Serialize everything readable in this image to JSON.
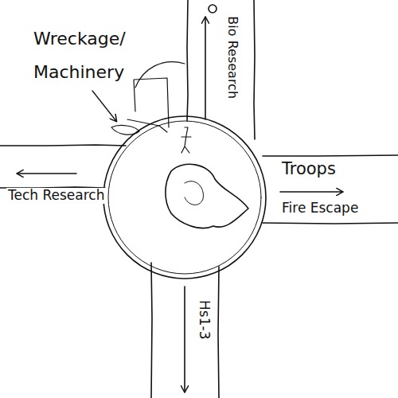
{
  "diagram": {
    "labels": [
      "Wreckage/ Machinery",
      "Bio Research",
      "Tech Research",
      "Troops",
      "Fire Escape",
      "Hs1-3"
    ]
  }
}
